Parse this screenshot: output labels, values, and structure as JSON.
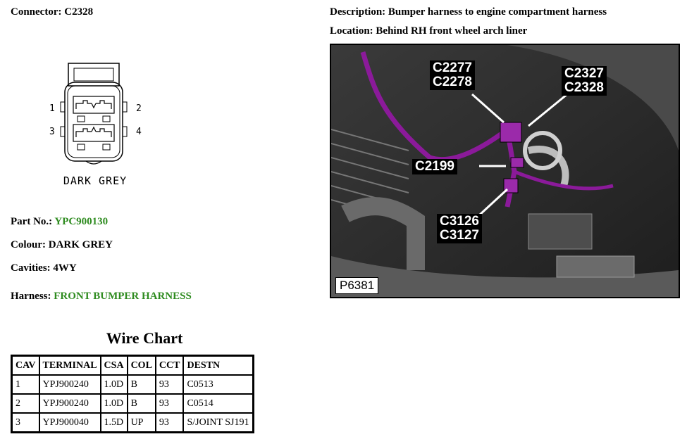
{
  "connector": {
    "label": "Connector:",
    "value": "C2328",
    "pins": [
      "1",
      "2",
      "3",
      "4"
    ],
    "color_label": "DARK GREY"
  },
  "description": {
    "label": "Description:",
    "value": "Bumper harness to engine compartment harness"
  },
  "location": {
    "label": "Location:",
    "value": "Behind RH front wheel arch liner"
  },
  "part_no": {
    "label": "Part No.:",
    "value": "YPC900130"
  },
  "colour": {
    "label": "Colour:",
    "value": "DARK GREY"
  },
  "cavities": {
    "label": "Cavities:",
    "value": "4WY"
  },
  "harness": {
    "label": "Harness:",
    "value": "FRONT BUMPER HARNESS"
  },
  "colors": {
    "link_green": "#2e8b1f",
    "harness_purple": "#8b1a9a"
  },
  "wire_chart": {
    "title": "Wire Chart",
    "headers": [
      "CAV",
      "TERMINAL",
      "CSA",
      "COL",
      "CCT",
      "DESTN"
    ],
    "rows": [
      [
        "1",
        "YPJ900240",
        "1.0D",
        "B",
        "93",
        "C0513"
      ],
      [
        "2",
        "YPJ900240",
        "1.0D",
        "B",
        "93",
        "C0514"
      ],
      [
        "3",
        "YPJ900040",
        "1.5D",
        "UP",
        "93",
        "S/JOINT SJ191"
      ]
    ]
  },
  "photo": {
    "callouts": [
      [
        "C2277",
        "C2278"
      ],
      [
        "C2327",
        "C2328"
      ],
      [
        "C2199"
      ],
      [
        "C3126",
        "C3127"
      ]
    ],
    "reference": "P6381"
  }
}
